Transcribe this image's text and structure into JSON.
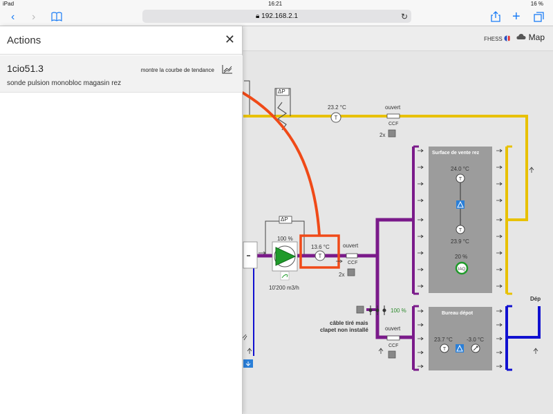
{
  "status_bar": {
    "device": "iPad",
    "time": "16:21",
    "battery": "16 %"
  },
  "browser": {
    "url": "192.168.2.1"
  },
  "app_bar": {
    "user": "FHESS",
    "map_label": "Map"
  },
  "panel": {
    "title": "Actions",
    "item": {
      "id": "1cio51.3",
      "description": "sonde pulsion monobloc magasin rez",
      "link": "montre la courbe de tendance"
    }
  },
  "diagram": {
    "top_temp": "23.2 °C",
    "top_valve_state": "ouvert",
    "top_valve_label": "CCF",
    "top_count": "2x",
    "delta_p": "ΔP",
    "fan_percent": "100 %",
    "fan_flow": "10'200 m3/h",
    "sensor_temp": "13.6 °C",
    "mid_valve_state": "ouvert",
    "mid_valve_label": "CCF",
    "mid_count": "2x",
    "damper_percent": "100 %",
    "damper_note_1": "câble tiré mais",
    "damper_note_2": "clapet non installé",
    "low_valve_state": "ouvert",
    "low_valve_label": "CCF",
    "room1_title": "Surface de vente rez",
    "room1_temp_top": "24.0 °C",
    "room1_temp_bottom": "23.9 °C",
    "room1_aq_percent": "20 %",
    "room2_title": "Bureau dépot",
    "room2_temp": "23.7 °C",
    "room2_outdoor": "-3.0 °C",
    "depot_label": "Dép"
  },
  "colors": {
    "yellow_duct": "#e8c100",
    "purple_duct": "#7a1a8a",
    "blue_duct": "#1010d0",
    "highlight": "#f04a18",
    "fan_green": "#1f9a2a"
  }
}
